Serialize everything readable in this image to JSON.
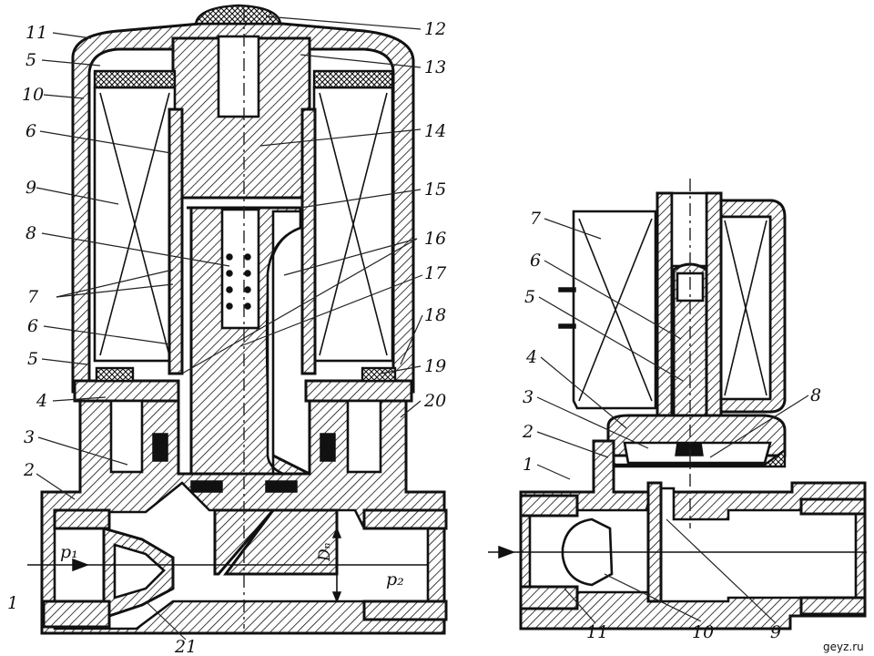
{
  "left_view": {
    "left_labels": [
      "11",
      "5",
      "10",
      "6",
      "9",
      "8",
      "7",
      "6",
      "5",
      "4",
      "3",
      "2",
      "1"
    ],
    "right_labels": [
      "12",
      "13",
      "14",
      "15",
      "16",
      "17",
      "18",
      "19",
      "20"
    ],
    "bottom_label": "21",
    "pressure_in": "p₁",
    "pressure_out": "p₂",
    "diameter": "Dₙ"
  },
  "right_view": {
    "labels": [
      "7",
      "6",
      "5",
      "4",
      "3",
      "2",
      "1",
      "8",
      "9",
      "10",
      "11"
    ]
  },
  "watermark": "geyz.ru"
}
